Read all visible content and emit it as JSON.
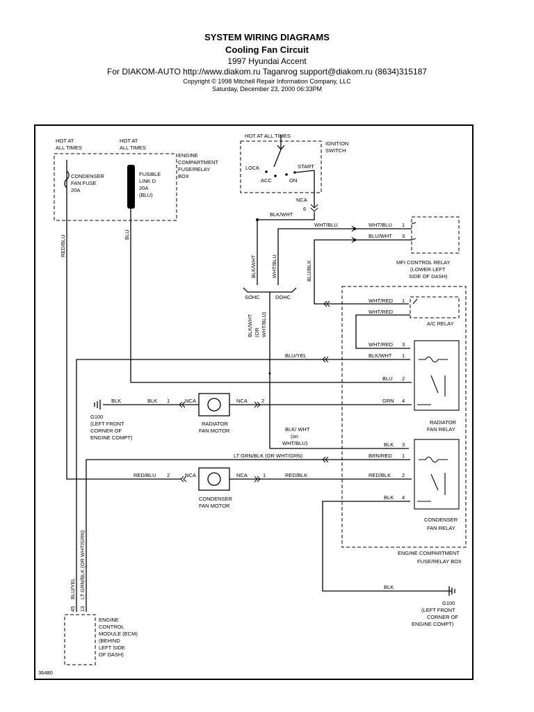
{
  "header": {
    "title": "SYSTEM WIRING DIAGRAMS",
    "subtitle": "Cooling Fan Circuit",
    "model": "1997 Hyundai Accent",
    "source": "For DIAKOM-AUTO http://www.diakom.ru Taganrog support@diakom.ru (8634)315187",
    "copyright": "Copyright © 1998 Mitchell Repair Information Company, LLC",
    "date": "Saturday, December 23, 2000  06:33PM"
  },
  "diagram": {
    "figure_id": "36480",
    "hot_at_1": "HOT AT",
    "all_times_1": "ALL TIMES",
    "hot_at_2": "HOT AT",
    "all_times_2": "ALL TIMES",
    "condenser_fan_fuse": [
      "CONDENSER",
      "FAN FUSE",
      "20A"
    ],
    "fusible_link": [
      "FUSIBLE",
      "LINK D",
      "20A",
      "(BLU)"
    ],
    "engine_fuse_box_top": [
      "ENGINE",
      "COMPARTMENT",
      "FUSE/RELAY",
      "BOX"
    ],
    "hot_at_all_times_ign": "HOT AT ALL TIMES",
    "ignition_switch": [
      "IGNITION",
      "SWITCH"
    ],
    "ign_lock": "LOCK",
    "ign_acc": "ACC",
    "ign_on": "ON",
    "ign_start": "START",
    "nca_ign": "NCA",
    "pin_6": "6",
    "blk_wht_top": "BLK/WHT",
    "wht_blu_top": "WHT/BLU",
    "wht_blu_relay": "WHT/BLU",
    "blu_wht_relay": "BLU/WHT",
    "mfi_pin_1": "1",
    "mfi_pin_3": "3",
    "mfi_relay": [
      "MFI CONTROL RELAY",
      "(LOWER LEFT",
      "SIDE OF DASH)"
    ],
    "blk_wht_vert": "BLK/WHT",
    "wht_blu_vert": "WHT/BLU",
    "blu_blk_vert": "BLU/BLK",
    "sohc": "SOHC",
    "dohc": "DOHC",
    "blk_wht_or": [
      "BLK/WHT",
      "(OR",
      "WHT/BLU)"
    ],
    "red_blu_vert": "RED/BLU",
    "blu_vert": "BLU",
    "ac_wht_red_1": "WHT/RED",
    "ac_wht_red_2": "WHT/RED",
    "ac_pin_1": "1",
    "ac_relay": "A/C RELAY",
    "rad_wht_red": "WHT/RED",
    "rad_blk_wht": "BLK/WHT",
    "blu_yel_h": "BLU/YEL",
    "rad_blu": "BLU",
    "rad_grn": "GRN",
    "rad_pin_3": "3",
    "rad_pin_1": "1",
    "rad_pin_2": "2",
    "rad_pin_4": "4",
    "radiator_fan_relay": [
      "RADIATOR",
      "FAN RELAY"
    ],
    "g100_left": [
      "G100",
      "(LEFT FRONT",
      "CORNER OF",
      "ENGINE COMPT)"
    ],
    "blk_1": "BLK",
    "blk_2": "BLK",
    "motor_pin_1": "1",
    "nca_rm_1": "NCA",
    "nca_rm_2": "NCA",
    "motor_pin_2": "2",
    "radiator_fan_motor": [
      "RADIATOR",
      "FAN MOTOR"
    ],
    "blk_wht_on": [
      "BLK/ WHT",
      "(on",
      "WHT/BLU)"
    ],
    "cond_blk_3": "BLK",
    "cond_pin_3": "3",
    "lt_grn_blk": "LT GRN/BLK (OR WHT/GRN)",
    "brn_red": "BRN/RED",
    "cond_pin_1": "1",
    "red_blu_h": "RED/BLU",
    "cm_pin_2": "2",
    "nca_cm_1": "NCA",
    "nca_cm_2": "NCA",
    "cm_pin_1": "1",
    "red_blk_1": "RED/BLK",
    "red_blk_2": "RED/BLK",
    "cond_pin_2": "2",
    "cond_blk_4": "BLK",
    "cond_pin_4": "4",
    "condenser_fan_motor": [
      "CONDENSER",
      "FAN MOTOR"
    ],
    "condenser_fan_relay": [
      "CONDENSER",
      "FAN RELAY"
    ],
    "engine_fuse_box_bottom": [
      "ENGINE COMPARTMENT",
      "FUSE/RELAY BOX"
    ],
    "blk_bottom": "BLK",
    "g100_right": [
      "G100",
      "(LEFT FRONT",
      "CORNER OF",
      "ENGINE COMPT)"
    ],
    "ecm_blu_yel": "BLU/YEL",
    "ecm_lt_grn": "LT GRN/BLK (OR WHT/GRN)",
    "ecm_pin_45": "45",
    "ecm_pin_13": "13",
    "ecm": [
      "ENGINE",
      "CONTROL",
      "MODULE (ECM)",
      "(BEHIND",
      "LEFT SIDE",
      "OF DASH)"
    ]
  }
}
